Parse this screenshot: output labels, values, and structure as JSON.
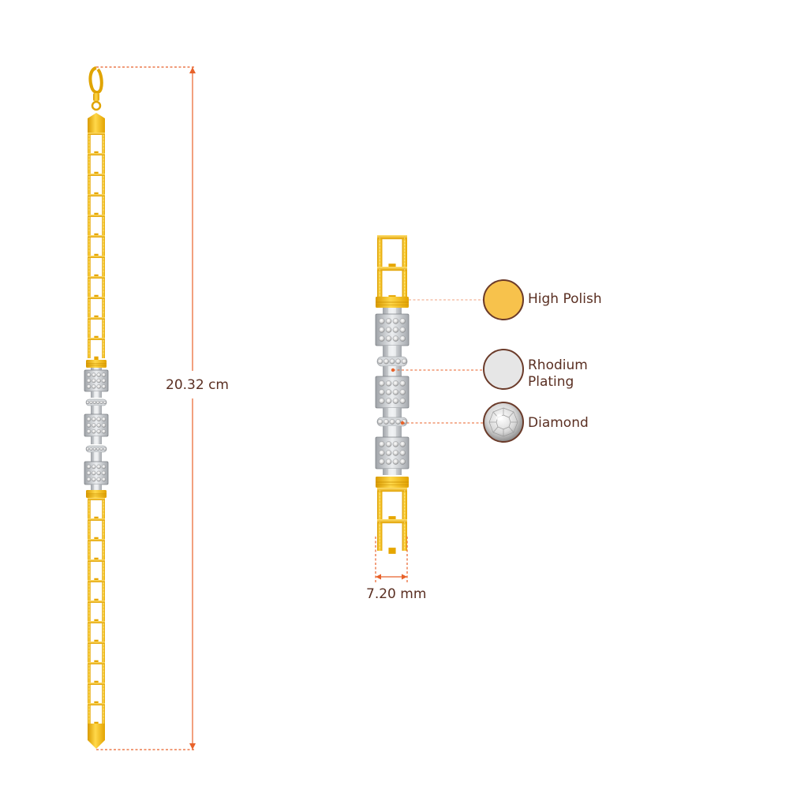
{
  "colors": {
    "gold": "#f5b90c",
    "gold_light": "#ffd84a",
    "gold_dark": "#c98e00",
    "rhodium": "#c9ccd0",
    "rhodium_dark": "#8d9196",
    "dimension": "#e8622a",
    "label_text": "#5a2f22"
  },
  "dimensions": {
    "length": "20.32 cm",
    "width": "7.20 mm"
  },
  "materials": [
    {
      "label": "High Polish",
      "swatch": "gold-swatch"
    },
    {
      "label": "Rhodium\nPlating",
      "swatch": "rhodium-swatch"
    },
    {
      "label": "Diamond",
      "swatch": "diamond-swatch"
    }
  ]
}
